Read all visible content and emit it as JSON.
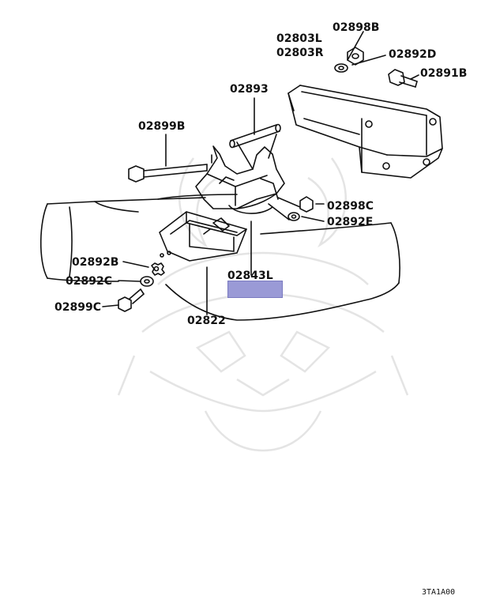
{
  "labels": {
    "p02898B": "02898B",
    "p02803L": "02803L",
    "p02803R": "02803R",
    "p02892D": "02892D",
    "p02891B": "02891B",
    "p02893": "02893",
    "p02899B": "02899B",
    "p02898C": "02898C",
    "p02892E": "02892E",
    "p02892B": "02892B",
    "p02843L": "02843L",
    "p02892C": "02892C",
    "p02899C": "02899C",
    "p02822": "02822"
  },
  "diagram_code": "3TA1A00",
  "colors": {
    "line": "#111111",
    "watermark": "#e6e6e6",
    "highlight": "#9a9ad6"
  }
}
